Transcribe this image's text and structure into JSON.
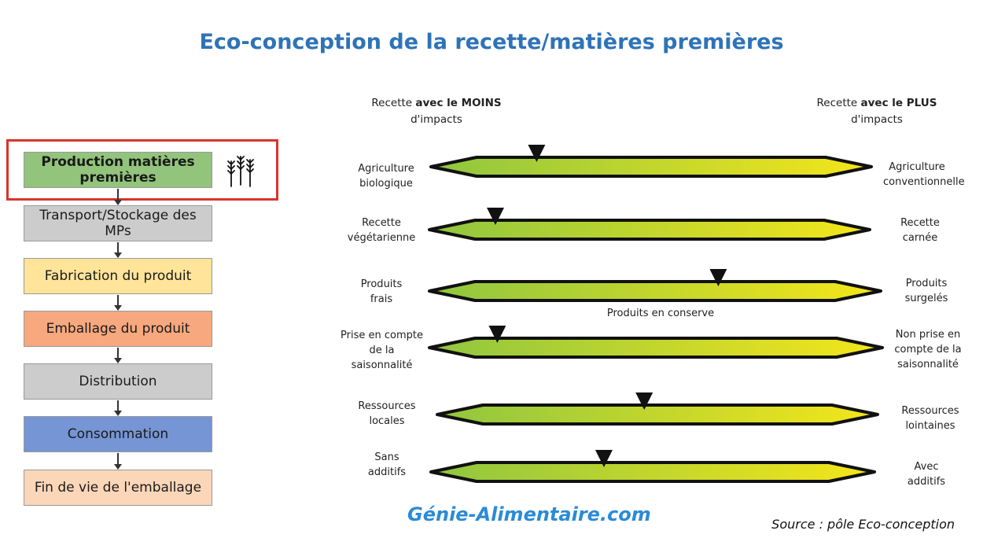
{
  "title": "Eco-conception de la recette/matières premières",
  "steps": [
    {
      "label": "Production matières premières",
      "color": "#92c47c"
    },
    {
      "label": "Transport/Stockage des MPs",
      "color": "#cccccc"
    },
    {
      "label": "Fabrication du produit",
      "color": "#ffe49a"
    },
    {
      "label": "Emballage du produit",
      "color": "#f7a87e"
    },
    {
      "label": "Distribution",
      "color": "#cccccc"
    },
    {
      "label": "Consommation",
      "color": "#7595d4"
    },
    {
      "label": "Fin de vie de l'emballage",
      "color": "#fbd6b8"
    }
  ],
  "header": {
    "left_prefix": "Recette ",
    "left_bold": "avec le MOINS",
    "left_line2": "d'impacts",
    "right_prefix": "Recette ",
    "right_bold": "avec le PLUS",
    "right_line2": "d'impacts"
  },
  "scales": [
    {
      "left": "Agriculture biologique",
      "right": "Agriculture conventionnelle",
      "position": 0.24
    },
    {
      "left": "Recette végétarienne",
      "right": "Recette carnée",
      "position": 0.15
    },
    {
      "left": "Produits frais",
      "right": "Produits surgelés",
      "position": 0.64,
      "annotation": "Produits en conserve"
    },
    {
      "left": "Prise en compte de la saisonnalité",
      "right": "Non prise en compte de la saisonnalité",
      "position": 0.15
    },
    {
      "left": "Ressources locales",
      "right": "Ressources lointaines",
      "position": 0.47
    },
    {
      "left": "Sans additifs",
      "right": "Avec additifs",
      "position": 0.39
    }
  ],
  "source": "Source : pôle Eco-conception",
  "watermark": "Génie-Alimentaire.com",
  "colors": {
    "title": "#2e73b8",
    "highlight": "#d9342b",
    "bar_green": "#8fc63f",
    "bar_yellow": "#f5e61a"
  }
}
